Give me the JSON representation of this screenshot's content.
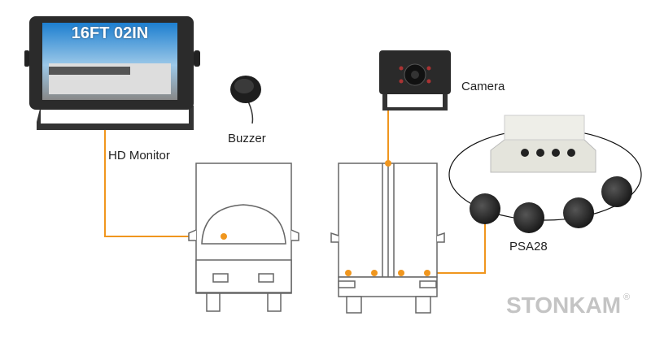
{
  "monitor": {
    "label": "HD  Monitor",
    "screen_text": "16FT  02IN"
  },
  "buzzer": {
    "label": "Buzzer"
  },
  "camera": {
    "label": "Camera"
  },
  "sensors": {
    "label": "PSA28"
  },
  "brand": {
    "name": "STONKAM",
    "mark": "®"
  },
  "colors": {
    "wire": "#f0961e",
    "outline": "#555555",
    "brand": "#c4c4c4"
  }
}
